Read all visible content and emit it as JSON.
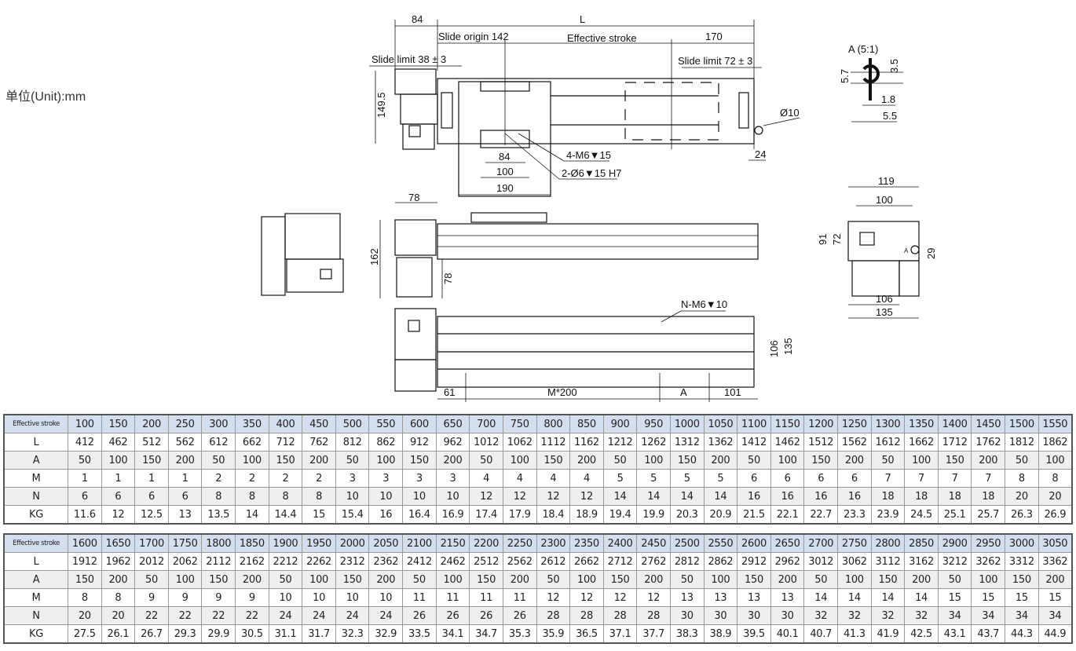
{
  "unit_label": "单位(Unit):mm",
  "drawing": {
    "top_view": {
      "dim_84": "84",
      "dim_L": "L",
      "slide_origin": "Slide origin 142",
      "effective_stroke": "Effective stroke",
      "dim_170": "170",
      "slide_limit_left": "Slide limit 38 ± 3",
      "slide_limit_right": "Slide limit 72 ± 3",
      "dim_149_5": "149.5",
      "hole_callout_1": "4-M6▼15",
      "hole_callout_2": "2-Ø6▼15 H7",
      "dim_84b": "84",
      "dim_100": "100",
      "dim_190": "190",
      "dim_phi10": "Ø10",
      "dim_24": "24"
    },
    "detail_a": {
      "title": "A (5:1)",
      "dim_5_7": "5.7",
      "dim_3_5": "3.5",
      "dim_1_8": "1.8",
      "dim_5_5": "5.5"
    },
    "side_view": {
      "dim_78": "78",
      "dim_162": "162",
      "dim_78b": "78"
    },
    "end_view": {
      "dim_119": "119",
      "dim_100": "100",
      "dim_91": "91",
      "dim_72": "72",
      "dim_29": "29",
      "dim_106": "106",
      "dim_135": "135",
      "label_a": "A"
    },
    "bottom_view": {
      "callout": "N-M6▼10",
      "dim_61": "61",
      "dim_m200": "M*200",
      "dim_a": "A",
      "dim_101": "101",
      "dim_106": "106",
      "dim_135": "135"
    }
  },
  "tables": [
    {
      "row_labels": [
        "Effective stroke",
        "L",
        "A",
        "M",
        "N",
        "KG"
      ],
      "rows": [
        [
          "100",
          "150",
          "200",
          "250",
          "300",
          "350",
          "400",
          "450",
          "500",
          "550",
          "600",
          "650",
          "700",
          "750",
          "800",
          "850",
          "900",
          "950",
          "1000",
          "1050",
          "1100",
          "1150",
          "1200",
          "1250",
          "1300",
          "1350",
          "1400",
          "1450",
          "1500",
          "1550"
        ],
        [
          "412",
          "462",
          "512",
          "562",
          "612",
          "662",
          "712",
          "762",
          "812",
          "862",
          "912",
          "962",
          "1012",
          "1062",
          "1112",
          "1162",
          "1212",
          "1262",
          "1312",
          "1362",
          "1412",
          "1462",
          "1512",
          "1562",
          "1612",
          "1662",
          "1712",
          "1762",
          "1812",
          "1862"
        ],
        [
          "50",
          "100",
          "150",
          "200",
          "50",
          "100",
          "150",
          "200",
          "50",
          "100",
          "150",
          "200",
          "50",
          "100",
          "150",
          "200",
          "50",
          "100",
          "150",
          "200",
          "50",
          "100",
          "150",
          "200",
          "50",
          "100",
          "150",
          "200",
          "50",
          "100"
        ],
        [
          "1",
          "1",
          "1",
          "1",
          "2",
          "2",
          "2",
          "2",
          "3",
          "3",
          "3",
          "3",
          "4",
          "4",
          "4",
          "4",
          "5",
          "5",
          "5",
          "5",
          "6",
          "6",
          "6",
          "6",
          "7",
          "7",
          "7",
          "7",
          "8",
          "8"
        ],
        [
          "6",
          "6",
          "6",
          "6",
          "8",
          "8",
          "8",
          "8",
          "10",
          "10",
          "10",
          "10",
          "12",
          "12",
          "12",
          "12",
          "14",
          "14",
          "14",
          "14",
          "16",
          "16",
          "16",
          "16",
          "18",
          "18",
          "18",
          "18",
          "20",
          "20"
        ],
        [
          "11.6",
          "12",
          "12.5",
          "13",
          "13.5",
          "14",
          "14.4",
          "15",
          "15.4",
          "16",
          "16.4",
          "16.9",
          "17.4",
          "17.9",
          "18.4",
          "18.9",
          "19.4",
          "19.9",
          "20.3",
          "20.9",
          "21.5",
          "22.1",
          "22.7",
          "23.3",
          "23.9",
          "24.5",
          "25.1",
          "25.7",
          "26.3",
          "26.9"
        ]
      ]
    },
    {
      "row_labels": [
        "Effective stroke",
        "L",
        "A",
        "M",
        "N",
        "KG"
      ],
      "rows": [
        [
          "1600",
          "1650",
          "1700",
          "1750",
          "1800",
          "1850",
          "1900",
          "1950",
          "2000",
          "2050",
          "2100",
          "2150",
          "2200",
          "2250",
          "2300",
          "2350",
          "2400",
          "2450",
          "2500",
          "2550",
          "2600",
          "2650",
          "2700",
          "2750",
          "2800",
          "2850",
          "2900",
          "2950",
          "3000",
          "3050"
        ],
        [
          "1912",
          "1962",
          "2012",
          "2062",
          "2112",
          "2162",
          "2212",
          "2262",
          "2312",
          "2362",
          "2412",
          "2462",
          "2512",
          "2562",
          "2612",
          "2662",
          "2712",
          "2762",
          "2812",
          "2862",
          "2912",
          "2962",
          "3012",
          "3062",
          "3112",
          "3162",
          "3212",
          "3262",
          "3312",
          "3362"
        ],
        [
          "150",
          "200",
          "50",
          "100",
          "150",
          "200",
          "50",
          "100",
          "150",
          "200",
          "50",
          "100",
          "150",
          "200",
          "50",
          "100",
          "150",
          "200",
          "50",
          "100",
          "150",
          "200",
          "50",
          "100",
          "150",
          "200",
          "50",
          "100",
          "150",
          "200"
        ],
        [
          "8",
          "8",
          "9",
          "9",
          "9",
          "9",
          "10",
          "10",
          "10",
          "10",
          "11",
          "11",
          "11",
          "11",
          "12",
          "12",
          "12",
          "12",
          "13",
          "13",
          "13",
          "13",
          "14",
          "14",
          "14",
          "14",
          "15",
          "15",
          "15",
          "15"
        ],
        [
          "20",
          "20",
          "22",
          "22",
          "22",
          "22",
          "24",
          "24",
          "24",
          "24",
          "26",
          "26",
          "26",
          "26",
          "28",
          "28",
          "28",
          "28",
          "30",
          "30",
          "30",
          "30",
          "32",
          "32",
          "32",
          "32",
          "34",
          "34",
          "34",
          "34"
        ],
        [
          "27.5",
          "26.1",
          "26.7",
          "29.3",
          "29.9",
          "30.5",
          "31.1",
          "31.7",
          "32.3",
          "32.9",
          "33.5",
          "34.1",
          "34.7",
          "35.3",
          "35.9",
          "36.5",
          "37.1",
          "37.7",
          "38.3",
          "38.9",
          "39.5",
          "40.1",
          "40.7",
          "41.3",
          "41.9",
          "42.5",
          "43.1",
          "43.7",
          "44.3",
          "44.9"
        ]
      ]
    }
  ],
  "colors": {
    "header_bg": "#d3deef",
    "alt_row_bg": "#efefef"
  }
}
